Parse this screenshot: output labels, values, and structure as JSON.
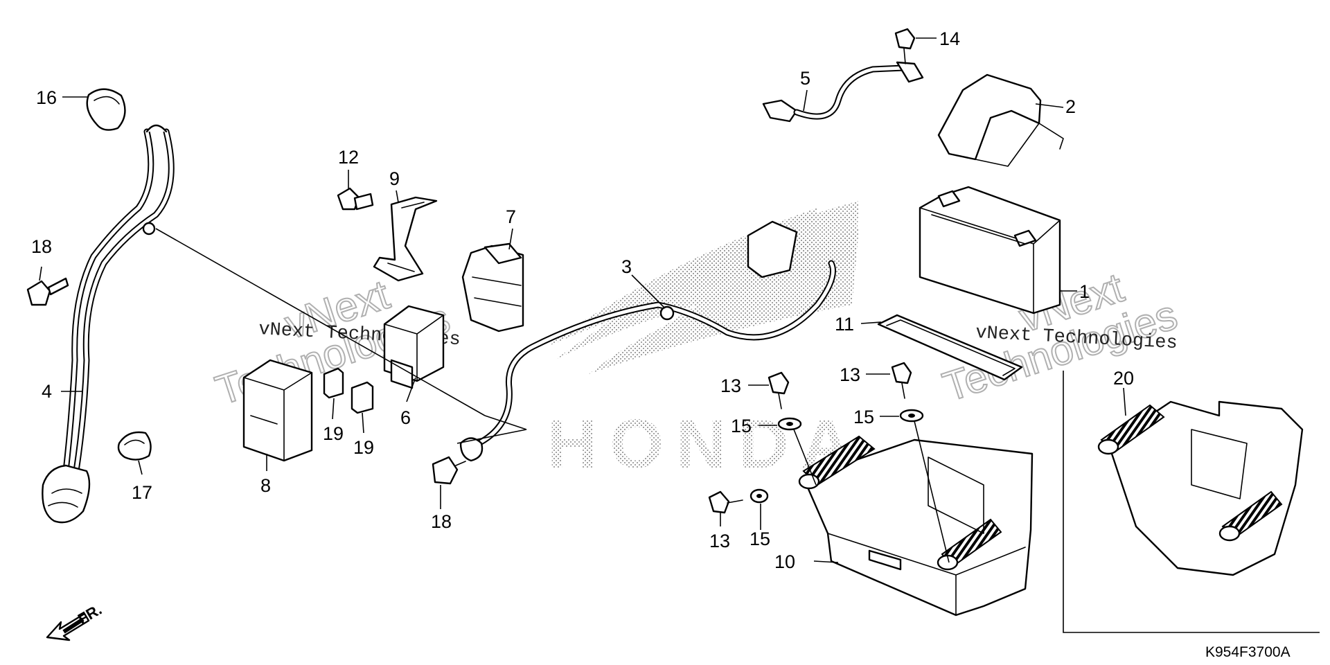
{
  "diagram": {
    "part_code": "K954F3700A",
    "direction_label": "FR.",
    "brand_mark": "HONDA",
    "watermark_lines": [
      "vNext",
      "Technologies"
    ],
    "watermark_text": "vNext Technologies"
  },
  "callouts": [
    {
      "id": "c1",
      "label": "1"
    },
    {
      "id": "c2",
      "label": "2"
    },
    {
      "id": "c3",
      "label": "3"
    },
    {
      "id": "c4",
      "label": "4"
    },
    {
      "id": "c5",
      "label": "5"
    },
    {
      "id": "c6",
      "label": "6"
    },
    {
      "id": "c7",
      "label": "7"
    },
    {
      "id": "c8",
      "label": "8"
    },
    {
      "id": "c9",
      "label": "9"
    },
    {
      "id": "c10",
      "label": "10"
    },
    {
      "id": "c11",
      "label": "11"
    },
    {
      "id": "c12",
      "label": "12"
    },
    {
      "id": "c13a",
      "label": "13"
    },
    {
      "id": "c13b",
      "label": "13"
    },
    {
      "id": "c13c",
      "label": "13"
    },
    {
      "id": "c14",
      "label": "14"
    },
    {
      "id": "c15a",
      "label": "15"
    },
    {
      "id": "c15b",
      "label": "15"
    },
    {
      "id": "c15c",
      "label": "15"
    },
    {
      "id": "c16",
      "label": "16"
    },
    {
      "id": "c17",
      "label": "17"
    },
    {
      "id": "c18a",
      "label": "18"
    },
    {
      "id": "c18b",
      "label": "18"
    },
    {
      "id": "c19a",
      "label": "19"
    },
    {
      "id": "c19b",
      "label": "19"
    },
    {
      "id": "c20",
      "label": "20"
    }
  ]
}
